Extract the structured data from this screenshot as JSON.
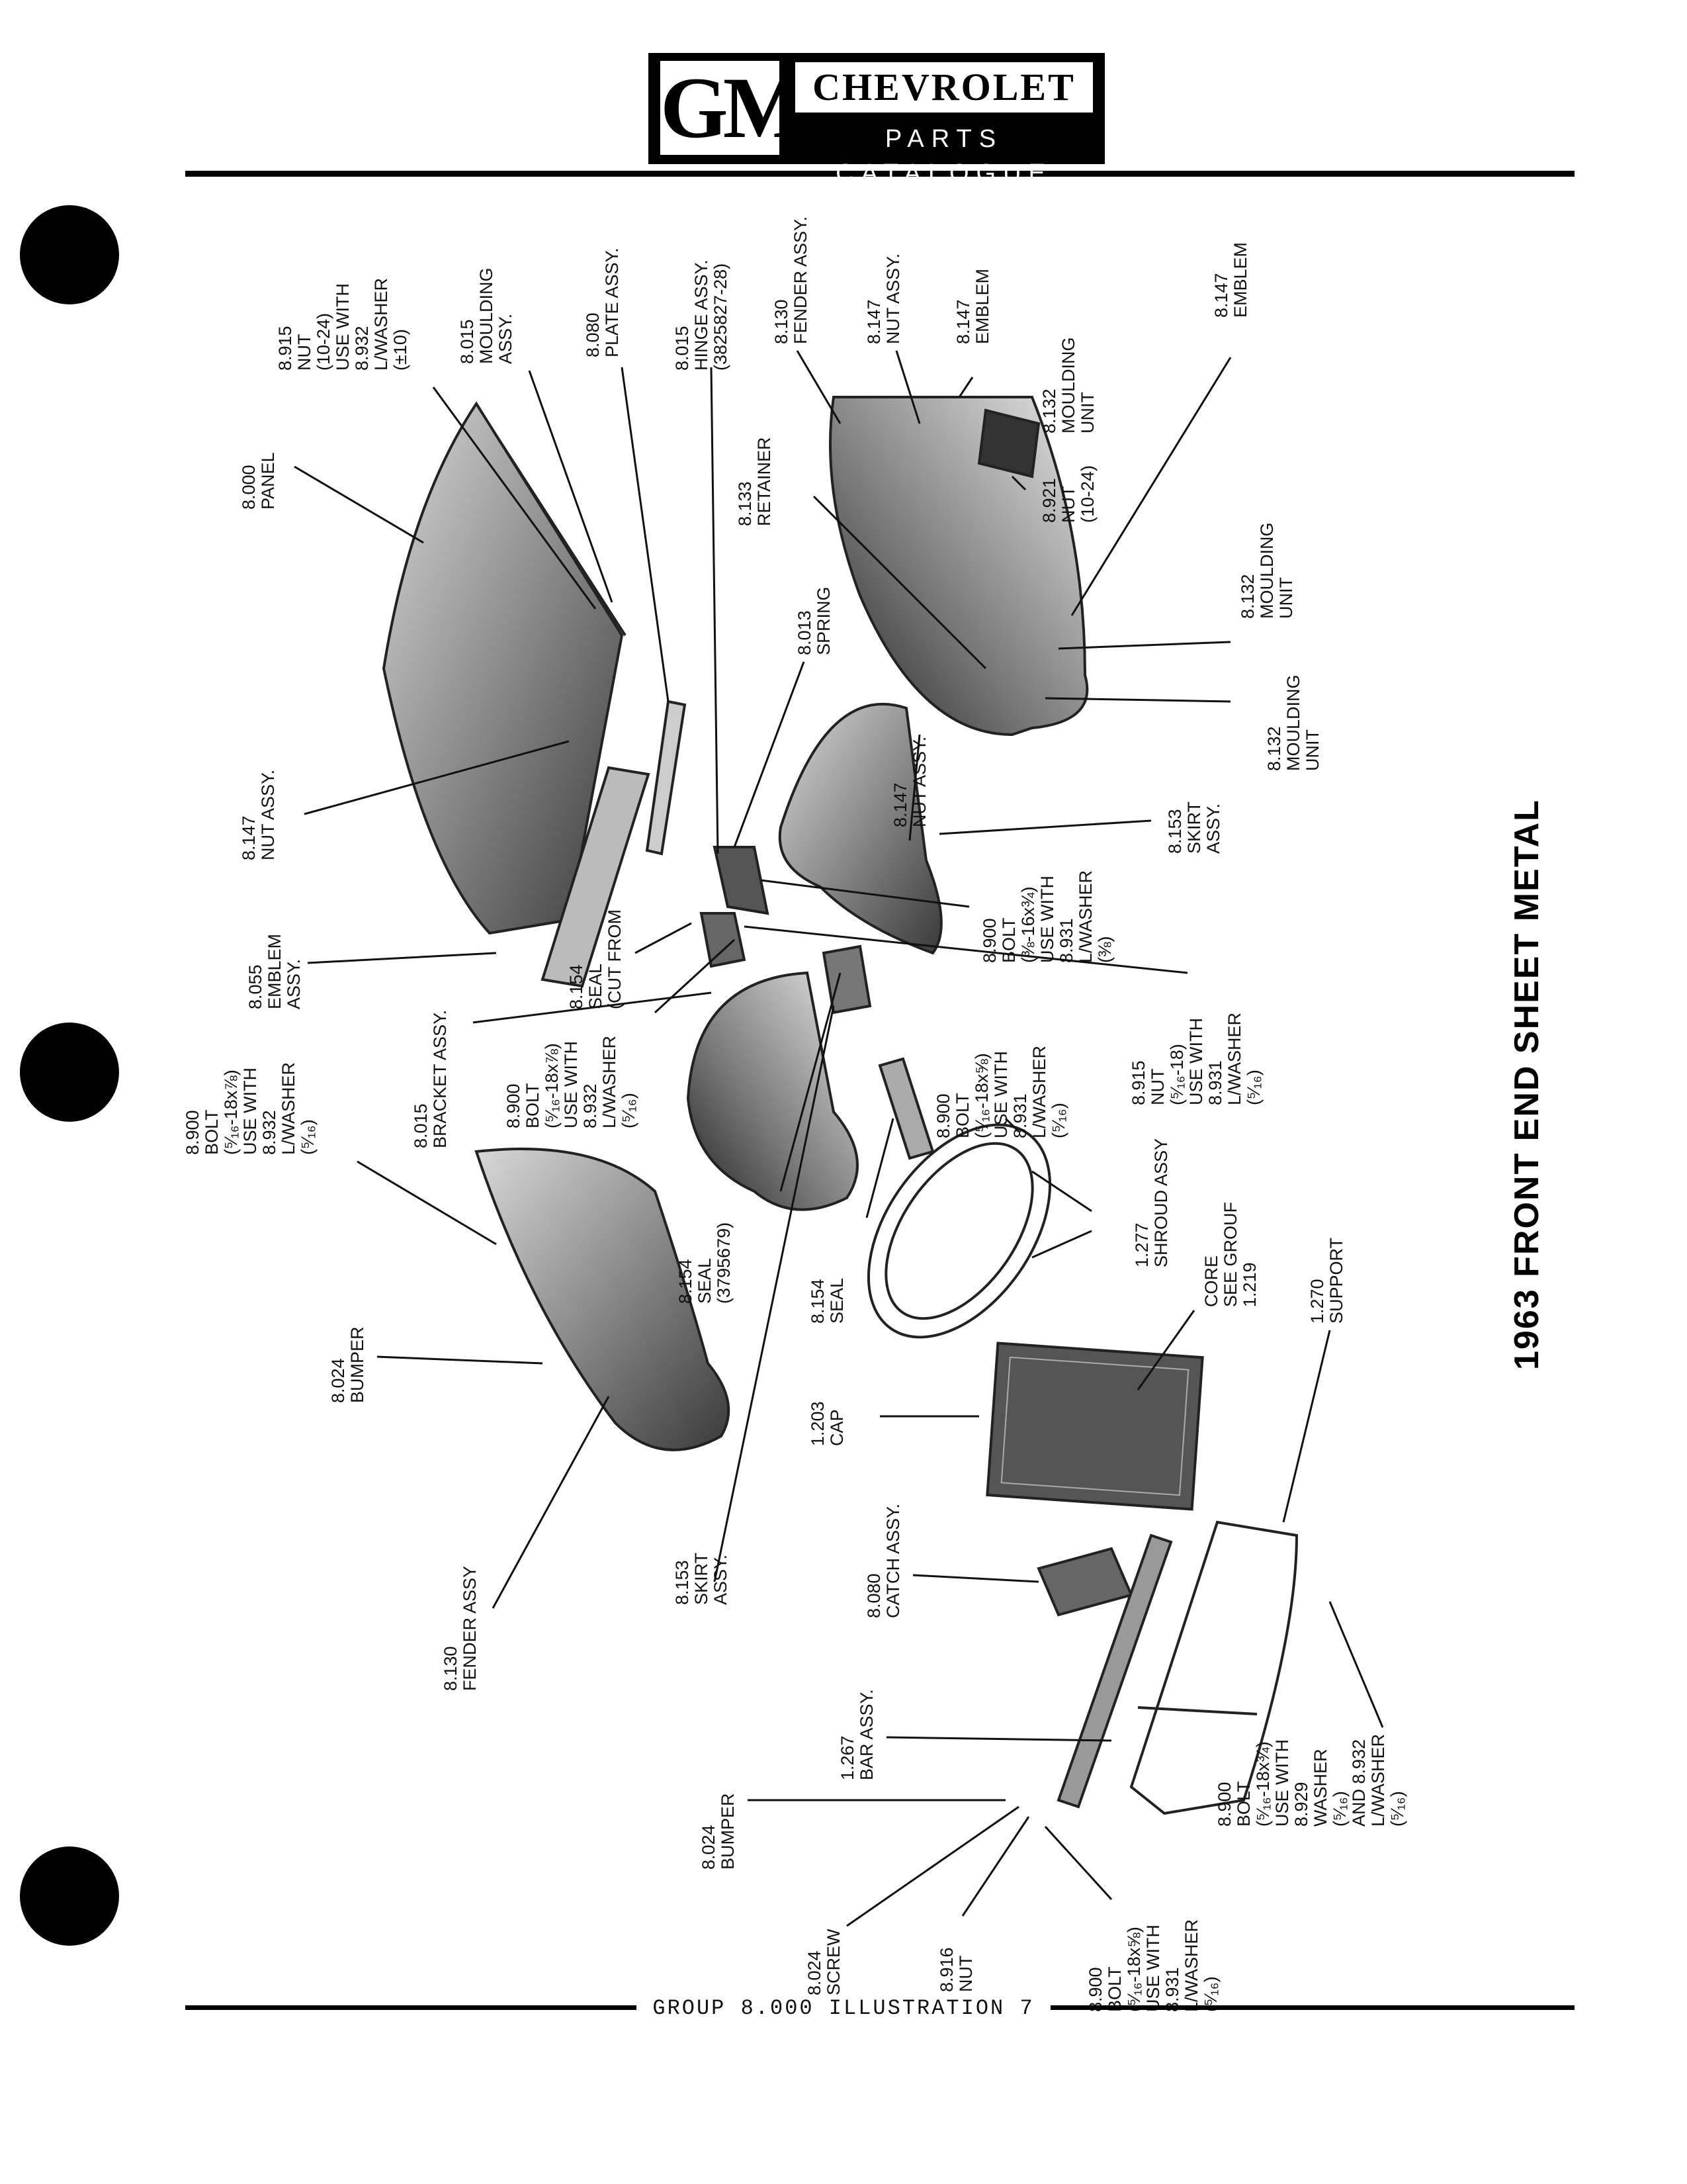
{
  "header": {
    "logo_mark": "GM",
    "brand": "CHEVROLET",
    "subtitle": "PARTS CATALOGUE"
  },
  "title": "1963 FRONT END SHEET METAL",
  "footer": "GROUP 8.000 ILLUSTRATION 7",
  "callouts": [
    {
      "id": "nut-8915",
      "lines": [
        "8.915",
        "NUT",
        "(10-24)",
        "USE WITH",
        "8.932",
        "L/WASHER",
        "(±10)"
      ]
    },
    {
      "id": "moulding-8015",
      "lines": [
        "8.015",
        "MOULDING",
        "ASSY."
      ]
    },
    {
      "id": "plate-8080",
      "lines": [
        "8.080",
        "PLATE ASSY."
      ]
    },
    {
      "id": "hinge-8015",
      "lines": [
        "8.015",
        "HINGE ASSY.",
        "(3825827-28)"
      ]
    },
    {
      "id": "fender-8130-top",
      "lines": [
        "8.130",
        "FENDER ASSY."
      ]
    },
    {
      "id": "nut-8147-top",
      "lines": [
        "8.147",
        "NUT ASSY."
      ]
    },
    {
      "id": "emblem-8147-a",
      "lines": [
        "8.147",
        "EMBLEM"
      ]
    },
    {
      "id": "emblem-8147-b",
      "lines": [
        "8.147",
        "EMBLEM"
      ]
    },
    {
      "id": "moulding-8132-a",
      "lines": [
        "8.132",
        "MOULDING",
        "UNIT"
      ]
    },
    {
      "id": "panel-8000",
      "lines": [
        "8.000",
        "PANEL"
      ]
    },
    {
      "id": "nut-8921",
      "lines": [
        "8.921",
        "NUT",
        "(10-24)"
      ]
    },
    {
      "id": "retainer-8133",
      "lines": [
        "8.133",
        "RETAINER"
      ]
    },
    {
      "id": "moulding-8132-b",
      "lines": [
        "8.132",
        "MOULDING",
        "UNIT"
      ]
    },
    {
      "id": "spring-8013",
      "lines": [
        "8.013",
        "SPRING"
      ]
    },
    {
      "id": "moulding-8132-c",
      "lines": [
        "8.132",
        "MOULDING",
        "UNIT"
      ]
    },
    {
      "id": "nut-8147-left",
      "lines": [
        "8.147",
        "NUT ASSY."
      ]
    },
    {
      "id": "nut-8147-mid",
      "lines": [
        "8.147",
        "NUT ASSY."
      ]
    },
    {
      "id": "skirt-8153-right",
      "lines": [
        "8.153",
        "SKIRT",
        "ASSY."
      ]
    },
    {
      "id": "bolt-8900-a",
      "lines": [
        "8.900",
        "BOLT",
        "(⅜-16x¾)",
        "USE WITH",
        "8.931",
        "L/WASHER",
        "(⅜)"
      ]
    },
    {
      "id": "emblem-8055",
      "lines": [
        "8.055",
        "EMBLEM",
        "ASSY."
      ]
    },
    {
      "id": "seal-8154-cut",
      "lines": [
        "8.154",
        "SEAL",
        "(CUT FROM"
      ]
    },
    {
      "id": "bracket-8015",
      "lines": [
        "8.015",
        "BRACKET ASSY."
      ]
    },
    {
      "id": "bolt-8900-b",
      "lines": [
        "8.900",
        "BOLT",
        "(⁵⁄₁₆-18x⅞)",
        "USE WITH",
        "8.932",
        "L/WASHER",
        "(⁵⁄₁₆)"
      ]
    },
    {
      "id": "bolt-8900-c",
      "lines": [
        "8.900",
        "BOLT",
        "(⁵⁄₁₆-18x⅞)",
        "USE WITH",
        "8.932",
        "L/WASHER",
        "(⁵⁄₁₆)"
      ]
    },
    {
      "id": "bolt-8900-d",
      "lines": [
        "8.900",
        "BOLT",
        "(⁵⁄₁₆-18x⅝)",
        "USE WITH",
        "8.931",
        "L/WASHER",
        "(⁵⁄₁₆)"
      ]
    },
    {
      "id": "nut-8915-b",
      "lines": [
        "8.915",
        "NUT",
        "(⁵⁄₁₆-18)",
        "USE WITH",
        "8.931",
        "L/WASHER",
        "(⁵⁄₁₆)"
      ]
    },
    {
      "id": "shroud-1277",
      "lines": [
        "1.277",
        "SHROUD ASSY"
      ]
    },
    {
      "id": "seal-8154-3795679",
      "lines": [
        "8.154",
        "SEAL",
        "(3795679)"
      ]
    },
    {
      "id": "seal-8154",
      "lines": [
        "8.154",
        "SEAL"
      ]
    },
    {
      "id": "core-1219",
      "lines": [
        "CORE",
        "SEE GROUF",
        "1.219"
      ]
    },
    {
      "id": "support-1270",
      "lines": [
        "1.270",
        "SUPPORT"
      ]
    },
    {
      "id": "bumper-8024-a",
      "lines": [
        "8.024",
        "BUMPER"
      ]
    },
    {
      "id": "cap-1203",
      "lines": [
        "1.203",
        "CAP"
      ]
    },
    {
      "id": "fender-8130-left",
      "lines": [
        "8.130",
        "FENDER ASSY"
      ]
    },
    {
      "id": "skirt-8153-left",
      "lines": [
        "8.153",
        "SKIRT",
        "ASSY."
      ]
    },
    {
      "id": "catch-8080",
      "lines": [
        "8.080",
        "CATCH ASSY."
      ]
    },
    {
      "id": "bar-1267",
      "lines": [
        "1.267",
        "BAR ASSY."
      ]
    },
    {
      "id": "bumper-8024-b",
      "lines": [
        "8.024",
        "BUMPER"
      ]
    },
    {
      "id": "screw-8024",
      "lines": [
        "8.024",
        "SCREW"
      ]
    },
    {
      "id": "nut-8916",
      "lines": [
        "8.916",
        "NUT"
      ]
    },
    {
      "id": "bolt-8900-e",
      "lines": [
        "8.900",
        "BOLT",
        "(⁵⁄₁₆-18x⅝)",
        "USE WITH",
        "8.931",
        "L/WASHER",
        "(⁵⁄₁₆)"
      ]
    },
    {
      "id": "bolt-8900-f",
      "lines": [
        "8.900",
        "BOLT",
        "(⁵⁄₁₆-18x¾)",
        "USE WITH",
        "8.929",
        "WASHER",
        "(⁵⁄₁₆)",
        "AND 8.932",
        "L/WASHER",
        "(⁵⁄₁₆)"
      ]
    }
  ]
}
